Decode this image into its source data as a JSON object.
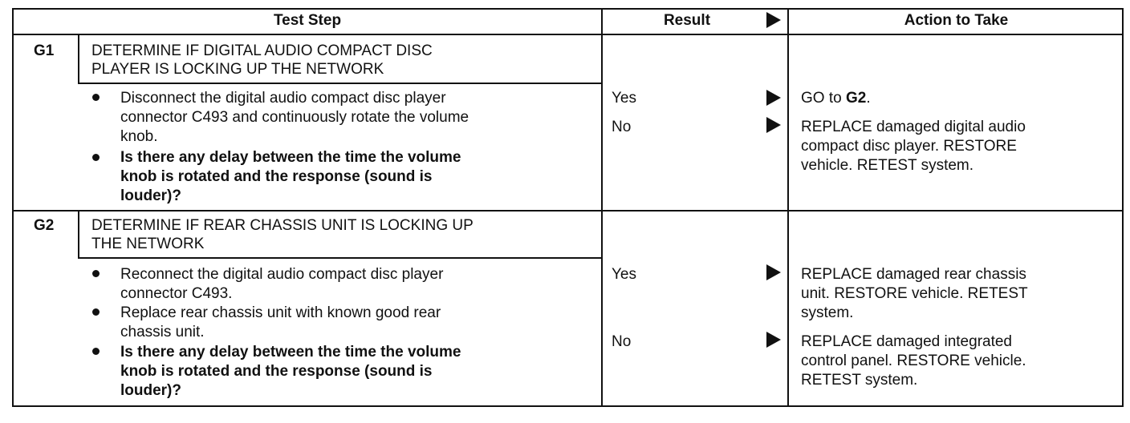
{
  "headers": {
    "test_step": "Test Step",
    "result": "Result",
    "action": "Action to Take"
  },
  "g1": {
    "id": "G1",
    "title_line1": "DETERMINE IF DIGITAL AUDIO COMPACT DISC",
    "title_line2": "PLAYER IS LOCKING UP THE NETWORK",
    "bullet1_line1": "Disconnect the digital audio compact disc player",
    "bullet1_line2": "connector C493 and continuously rotate the volume",
    "bullet1_line3": "knob.",
    "bullet2_line1": "Is there any delay between the time the volume",
    "bullet2_line2": "knob is rotated and the response (sound is",
    "bullet2_line3": "louder)?",
    "result_yes": "Yes",
    "result_no": "No",
    "action_yes_prefix": "GO to ",
    "action_yes_target": "G2",
    "action_yes_suffix": ".",
    "action_no_line1": "REPLACE damaged digital audio",
    "action_no_line2": "compact disc player. RESTORE",
    "action_no_line3": "vehicle. RETEST system."
  },
  "g2": {
    "id": "G2",
    "title_line1": "DETERMINE IF REAR CHASSIS UNIT IS LOCKING UP",
    "title_line2": "THE NETWORK",
    "bullet1_line1": "Reconnect the digital audio compact disc player",
    "bullet1_line2": "connector C493.",
    "bullet2_line1": "Replace rear chassis unit with known good rear",
    "bullet2_line2": "chassis unit.",
    "bullet3_line1": "Is there any delay between the time the volume",
    "bullet3_line2": "knob is rotated and the response (sound is",
    "bullet3_line3": "louder)?",
    "result_yes": "Yes",
    "result_no": "No",
    "action_yes_line1": "REPLACE damaged rear chassis",
    "action_yes_line2": "unit. RESTORE vehicle. RETEST",
    "action_yes_line3": "system.",
    "action_no_line1": "REPLACE damaged integrated",
    "action_no_line2": "control panel. RESTORE vehicle.",
    "action_no_line3": "RETEST system."
  }
}
